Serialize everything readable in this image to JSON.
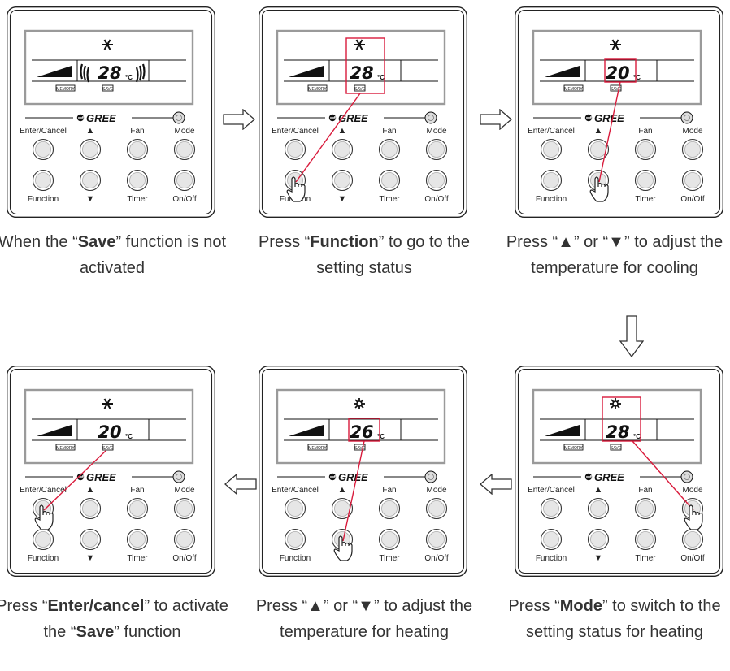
{
  "panels": [
    {
      "brand": "GREE",
      "temperature": "28",
      "unit": "°C",
      "mode_icon": "snowflake-icon",
      "memory_label": "MEMORY",
      "save_label": "SAVE",
      "fan_swirls": true,
      "highlight": "none",
      "pointer_button": "none",
      "button_labels": {
        "enter_cancel": "Enter/Cancel",
        "up": "▲",
        "fan": "Fan",
        "mode": "Mode",
        "function": "Function",
        "down": "▼",
        "timer": "Timer",
        "onoff": "On/Off"
      },
      "caption_parts": [
        {
          "text": "When the “"
        },
        {
          "text": "Save",
          "bold": true
        },
        {
          "text": "” function is not activated"
        }
      ]
    },
    {
      "brand": "GREE",
      "temperature": "28",
      "unit": "°C",
      "mode_icon": "snowflake-icon",
      "memory_label": "MEMORY",
      "save_label": "SAVE",
      "fan_swirls": false,
      "highlight": "mode-temp-save",
      "pointer_button": "function",
      "button_labels": {
        "enter_cancel": "Enter/Cancel",
        "up": "▲",
        "fan": "Fan",
        "mode": "Mode",
        "function": "Function",
        "down": "▼",
        "timer": "Timer",
        "onoff": "On/Off"
      },
      "caption_parts": [
        {
          "text": "Press “"
        },
        {
          "text": "Function",
          "bold": true
        },
        {
          "text": "” to go to the setting status"
        }
      ]
    },
    {
      "brand": "GREE",
      "temperature": "20",
      "unit": "°C",
      "mode_icon": "snowflake-icon",
      "memory_label": "MEMORY",
      "save_label": "SAVE",
      "fan_swirls": false,
      "highlight": "temp",
      "pointer_button": "down",
      "button_labels": {
        "enter_cancel": "Enter/Cancel",
        "up": "▲",
        "fan": "Fan",
        "mode": "Mode",
        "function": "Function",
        "down": "▼",
        "timer": "Timer",
        "onoff": "On/Off"
      },
      "caption_parts": [
        {
          "text": "Press “▲” or “▼” to adjust the temperature for cooling"
        }
      ]
    },
    {
      "brand": "GREE",
      "temperature": "20",
      "unit": "°C",
      "mode_icon": "snowflake-icon",
      "memory_label": "MEMORY",
      "save_label": "SAVE",
      "fan_swirls": false,
      "highlight": "none",
      "pointer_button": "enter_cancel",
      "pointer_line_from": "save",
      "button_labels": {
        "enter_cancel": "Enter/Cancel",
        "up": "▲",
        "fan": "Fan",
        "mode": "Mode",
        "function": "Function",
        "down": "▼",
        "timer": "Timer",
        "onoff": "On/Off"
      },
      "caption_parts": [
        {
          "text": "Press “"
        },
        {
          "text": "Enter/cancel",
          "bold": true
        },
        {
          "text": "” to activate the “"
        },
        {
          "text": "Save",
          "bold": true
        },
        {
          "text": "” function"
        }
      ]
    },
    {
      "brand": "GREE",
      "temperature": "26",
      "unit": "°C",
      "mode_icon": "sun-icon",
      "memory_label": "MEMORY",
      "save_label": "SAVE",
      "fan_swirls": false,
      "highlight": "temp",
      "pointer_button": "down",
      "button_labels": {
        "enter_cancel": "Enter/Cancel",
        "up": "▲",
        "fan": "Fan",
        "mode": "Mode",
        "function": "Function",
        "down": "▼",
        "timer": "Timer",
        "onoff": "On/Off"
      },
      "caption_parts": [
        {
          "text": "Press “▲” or “▼” to adjust the temperature for heating"
        }
      ]
    },
    {
      "brand": "GREE",
      "temperature": "28",
      "unit": "°C",
      "mode_icon": "sun-icon",
      "memory_label": "MEMORY",
      "save_label": "SAVE",
      "fan_swirls": false,
      "highlight": "mode-temp",
      "pointer_button": "mode",
      "button_labels": {
        "enter_cancel": "Enter/Cancel",
        "up": "▲",
        "fan": "Fan",
        "mode": "Mode",
        "function": "Function",
        "down": "▼",
        "timer": "Timer",
        "onoff": "On/Off"
      },
      "caption_parts": [
        {
          "text": "Press “"
        },
        {
          "text": "Mode",
          "bold": true
        },
        {
          "text": "” to switch to the setting status for heating"
        }
      ]
    }
  ],
  "flow_arrows": [
    "right",
    "right",
    "down",
    "left",
    "left"
  ],
  "colors": {
    "highlight": "#d91b3c",
    "button_fill": "#e6e6e6",
    "frame": "#222222"
  }
}
